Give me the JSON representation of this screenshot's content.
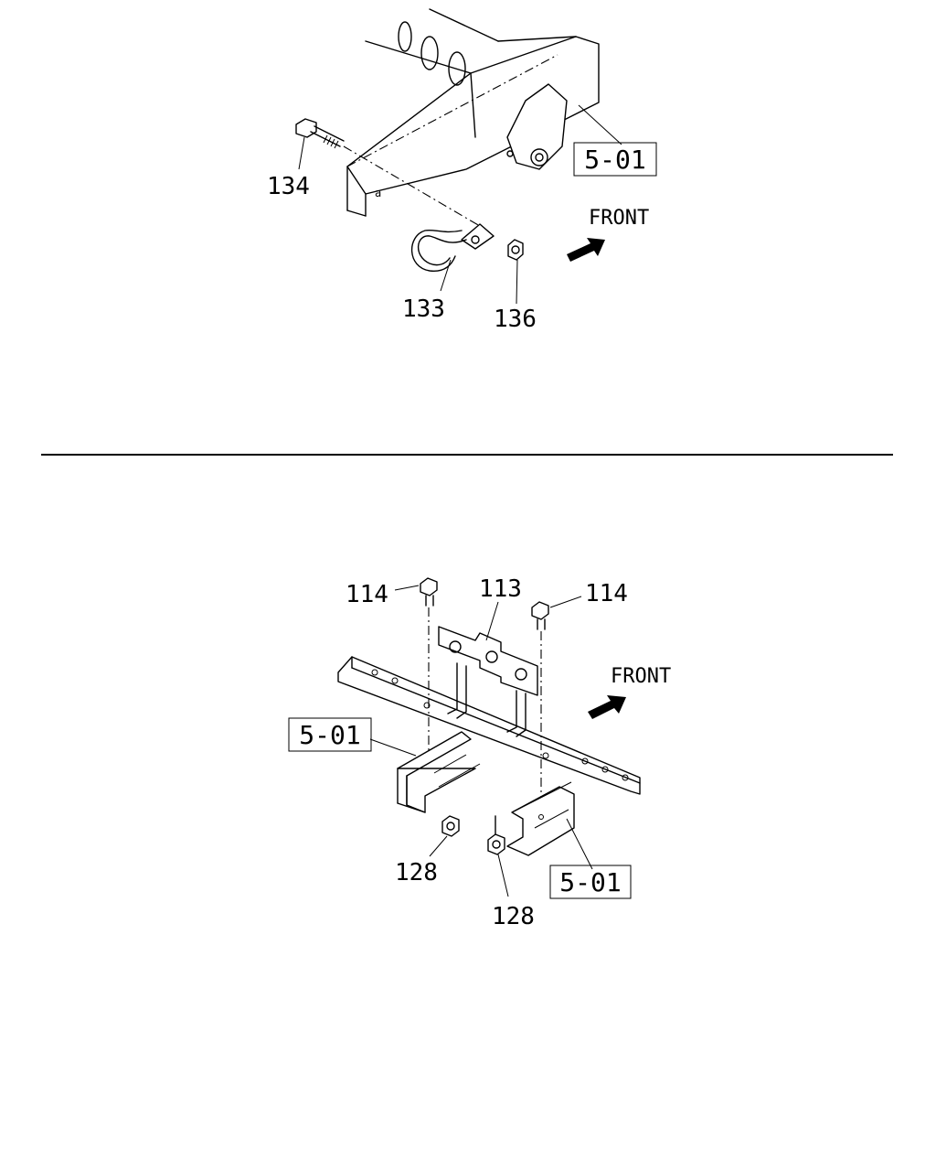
{
  "top_diagram": {
    "ref_box": "5-01",
    "direction": "FRONT",
    "parts": {
      "bolt": "134",
      "hook": "133",
      "nut": "136"
    }
  },
  "bottom_diagram": {
    "ref_box_left": "5-01",
    "ref_box_right": "5-01",
    "direction": "FRONT",
    "parts": {
      "bolt_left": "114",
      "bolt_right": "114",
      "bracket": "113",
      "nut_left": "128",
      "nut_right": "128"
    }
  }
}
